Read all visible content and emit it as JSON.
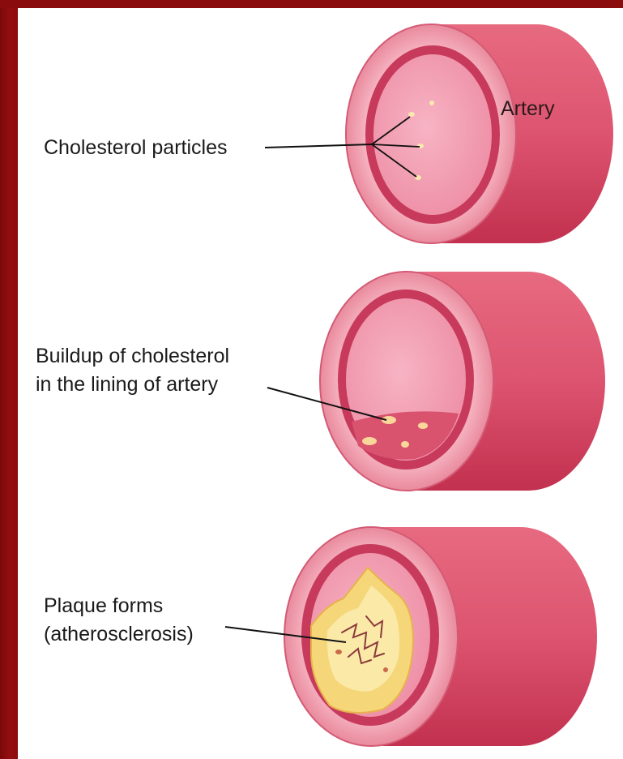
{
  "labels": {
    "artery": "Artery",
    "stage1": "Cholesterol particles",
    "stage2_line1": "Buildup of cholesterol",
    "stage2_line2": "in the lining of artery",
    "stage3_line1": "Plaque forms",
    "stage3_line2": "(atherosclerosis)"
  },
  "colors": {
    "frame": "#8b0c0c",
    "artery_outer": "#d94a62",
    "artery_face": "#f2aab7",
    "artery_lumen_ring": "#c8385a",
    "artery_lumen": "#f5a3b5",
    "plaque": "#f5d77a",
    "background": "#ffffff"
  }
}
